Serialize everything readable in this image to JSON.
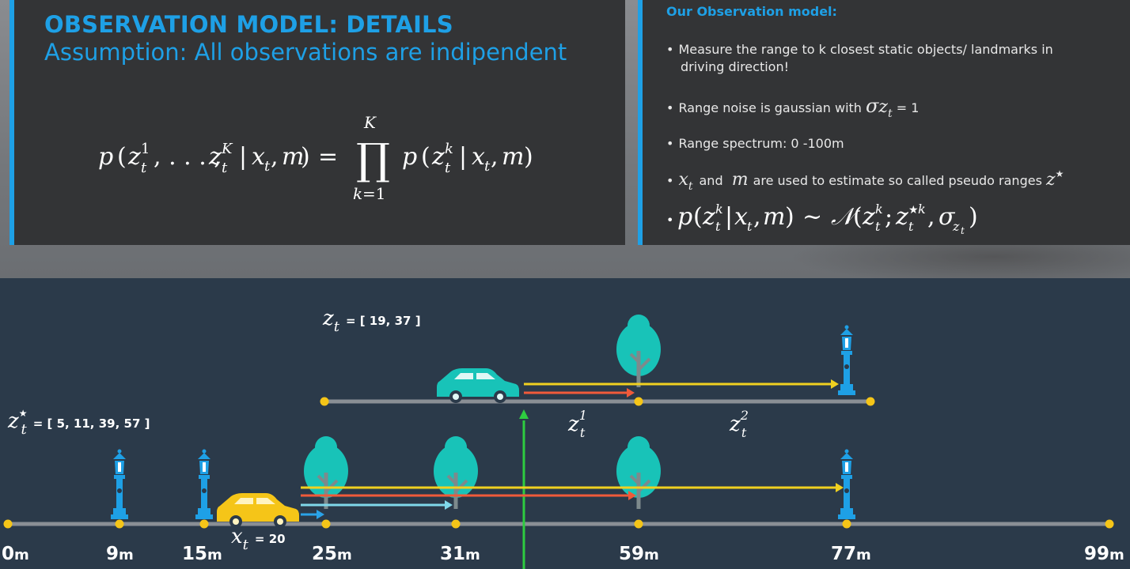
{
  "slide_left": {
    "title": "OBSERVATION MODEL: DETAILS",
    "subtitle": "Assumption: All observations are indipendent",
    "formula_text": "p(z_t^1, ..., z_t^K | x_t, m) = ∏_{k=1}^{K} p(z_t^k | x_t, m)"
  },
  "slide_right": {
    "title": "Our Observation model:",
    "bullets": [
      "Measure the range to k closest static objects/ landmarks in",
      "driving direction!",
      "Range noise is gaussian with",
      "= 1",
      "Range spectrum: 0 -100m",
      "and",
      "are used to estimate so called pseudo ranges"
    ],
    "math_symbols": {
      "sigma": "σ",
      "z_t": "z",
      "x_t": "x",
      "m": "m",
      "z_star": "z",
      "sub_t": "t",
      "star": "★",
      "formula": "p(z_t^k | x_t, m) ~ N(z_t^k; z_t^★k, σ_zt)"
    }
  },
  "scene": {
    "z_t_label": "= [ 19, 37 ]",
    "z_star_label": "= [ 5, 11, 39, 57 ]",
    "x_t_label": "= 20",
    "z1": "z",
    "z1_sup": "1",
    "z2": "z",
    "z2_sup": "2",
    "sub_t": "t",
    "star": "★",
    "axis_ticks": [
      {
        "num": "0",
        "unit": "m"
      },
      {
        "num": "9",
        "unit": "m"
      },
      {
        "num": "15",
        "unit": "m"
      },
      {
        "num": "25",
        "unit": "m"
      },
      {
        "num": "31",
        "unit": "m"
      },
      {
        "num": "59",
        "unit": "m"
      },
      {
        "num": "77",
        "unit": "m"
      },
      {
        "num": "99",
        "unit": "m"
      }
    ],
    "colors": {
      "background": "#2b3a4a",
      "road": "#8a8f95",
      "dot": "#f5c518",
      "tree": "#18c3b8",
      "trunk": "#7d8a8c",
      "lamp": "#1ea0e6",
      "car_main": "#f5c518",
      "car_top": "#18c3b8",
      "arrow_yellow": "#f0d020",
      "arrow_red": "#f05a3a",
      "arrow_cyan": "#7fd8ea",
      "arrow_blue": "#2aa3e8",
      "marker_green": "#2ecc40"
    }
  }
}
